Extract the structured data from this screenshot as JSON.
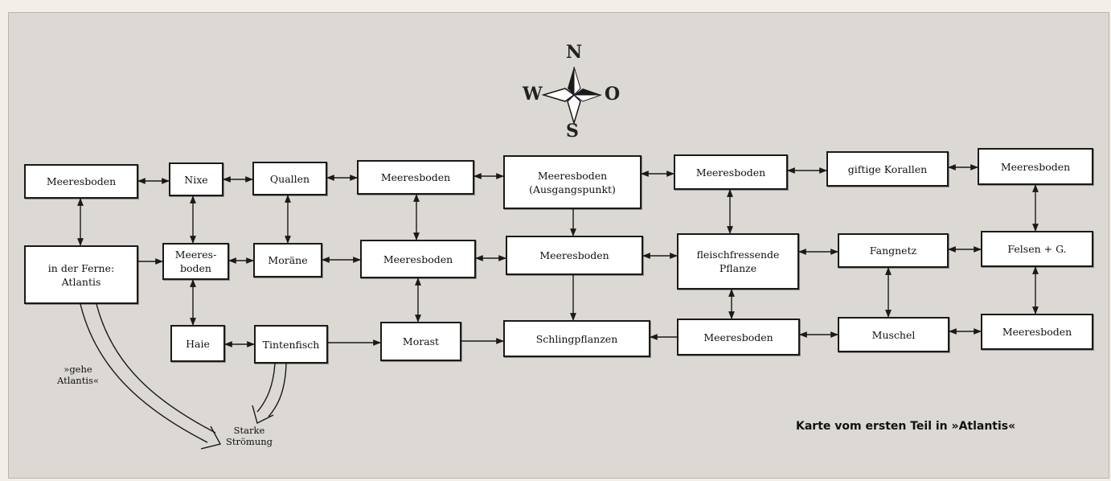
{
  "compass": {
    "north": "N",
    "south": "S",
    "west": "W",
    "east": "O"
  },
  "locations": {
    "meeresboden_r1c1": "Meeresboden",
    "nixe": "Nixe",
    "quallen": "Quallen",
    "meeresboden_r1c4": "Meeresboden",
    "meeresboden_start": "Meeresboden\n(Ausgangspunkt)",
    "meeresboden_r1c6": "Meeresboden",
    "giftige_korallen": "giftige Korallen",
    "meeresboden_r1c8": "Meeresboden",
    "atlantis_ferne": "in der Ferne:\nAtlantis",
    "meeresboden_r2c2": "Meeres-\nboden",
    "moraene": "Moräne",
    "meeresboden_r2c4": "Meeresboden",
    "meeresboden_r2c5": "Meeresboden",
    "fleischfressende_pflanze": "fleischfressende\nPflanze",
    "fangnetz": "Fangnetz",
    "felsen": "Felsen + G.",
    "haie": "Haie",
    "tintenfisch": "Tintenfisch",
    "morast": "Morast",
    "schlingpflanzen": "Schlingpflanzen",
    "meeresboden_r3c6": "Meeresboden",
    "muschel": "Muschel",
    "meeresboden_r3c8": "Meeresboden"
  },
  "notes": {
    "gehe_atlantis": "»gehe\nAtlantis«",
    "starke_stroemung": "Starke\nStrömung"
  },
  "caption": "Karte vom ersten Teil in »Atlantis«",
  "colors": {
    "background": "#dcd8d3",
    "box": "#ffffff",
    "line": "#1a1a1a"
  }
}
